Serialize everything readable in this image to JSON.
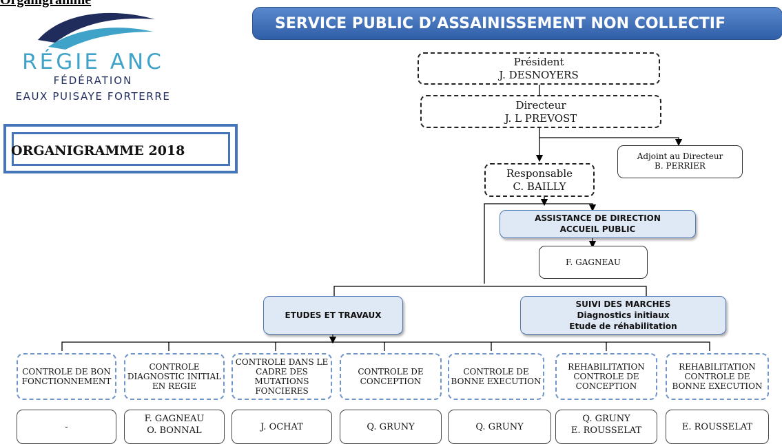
{
  "top_cut_text": "Organigramme",
  "logo": {
    "line1": "RÉGIE ANC",
    "line2": "FÉDÉRATION",
    "line3": "EAUX PUISAYE FORTERRE",
    "colors": {
      "wave_dark": "#1f2c5c",
      "wave_light": "#3fa3c9"
    }
  },
  "organigramme_title": "ORGANIGRAMME 2018",
  "header": {
    "title": "SERVICE PUBLIC D’ASSAINISSEMENT NON COLLECTIF",
    "color": "#3d6cb8"
  },
  "president": {
    "role": "Président",
    "name": "J. DESNOYERS"
  },
  "directeur": {
    "role": "Directeur",
    "name": "J. L PREVOST"
  },
  "adjoint": {
    "role": "Adjoint au Directeur",
    "name": "B. PERRIER"
  },
  "responsable": {
    "role": "Responsable",
    "name": "C. BAILLY"
  },
  "assistance": {
    "line1": "ASSISTANCE DE DIRECTION",
    "line2": "ACCUEIL PUBLIC",
    "staff": "F. GAGNEAU"
  },
  "etudes": {
    "label": "ETUDES ET TRAVAUX"
  },
  "suivi": {
    "line1": "SUIVI DES MARCHES",
    "line2": "Diagnostics initiaux",
    "line3": "Etude de réhabilitation"
  },
  "units": [
    {
      "lines": [
        "CONTROLE DE BON",
        "FONCTIONNEMENT"
      ],
      "staff": [
        "-"
      ]
    },
    {
      "lines": [
        "CONTROLE",
        "DIAGNOSTIC INITIAL",
        "EN REGIE"
      ],
      "staff": [
        "F. GAGNEAU",
        "O. BONNAL"
      ]
    },
    {
      "lines": [
        "CONTROLE DANS LE",
        "CADRE DES",
        "MUTATIONS",
        "FONCIERES"
      ],
      "staff": [
        "J. OCHAT"
      ]
    },
    {
      "lines": [
        "CONTROLE DE",
        "CONCEPTION"
      ],
      "staff": [
        "Q. GRUNY"
      ]
    },
    {
      "lines": [
        "CONTROLE DE",
        "BONNE EXECUTION"
      ],
      "staff": [
        "Q. GRUNY"
      ]
    },
    {
      "lines": [
        "REHABILITATION",
        "CONTROLE DE",
        "CONCEPTION"
      ],
      "staff": [
        "Q. GRUNY",
        "E. ROUSSELAT"
      ]
    },
    {
      "lines": [
        "REHABILITATION",
        "CONTROLE DE",
        "BONNE EXECUTION"
      ],
      "staff": [
        "E. ROUSSELAT"
      ]
    }
  ]
}
